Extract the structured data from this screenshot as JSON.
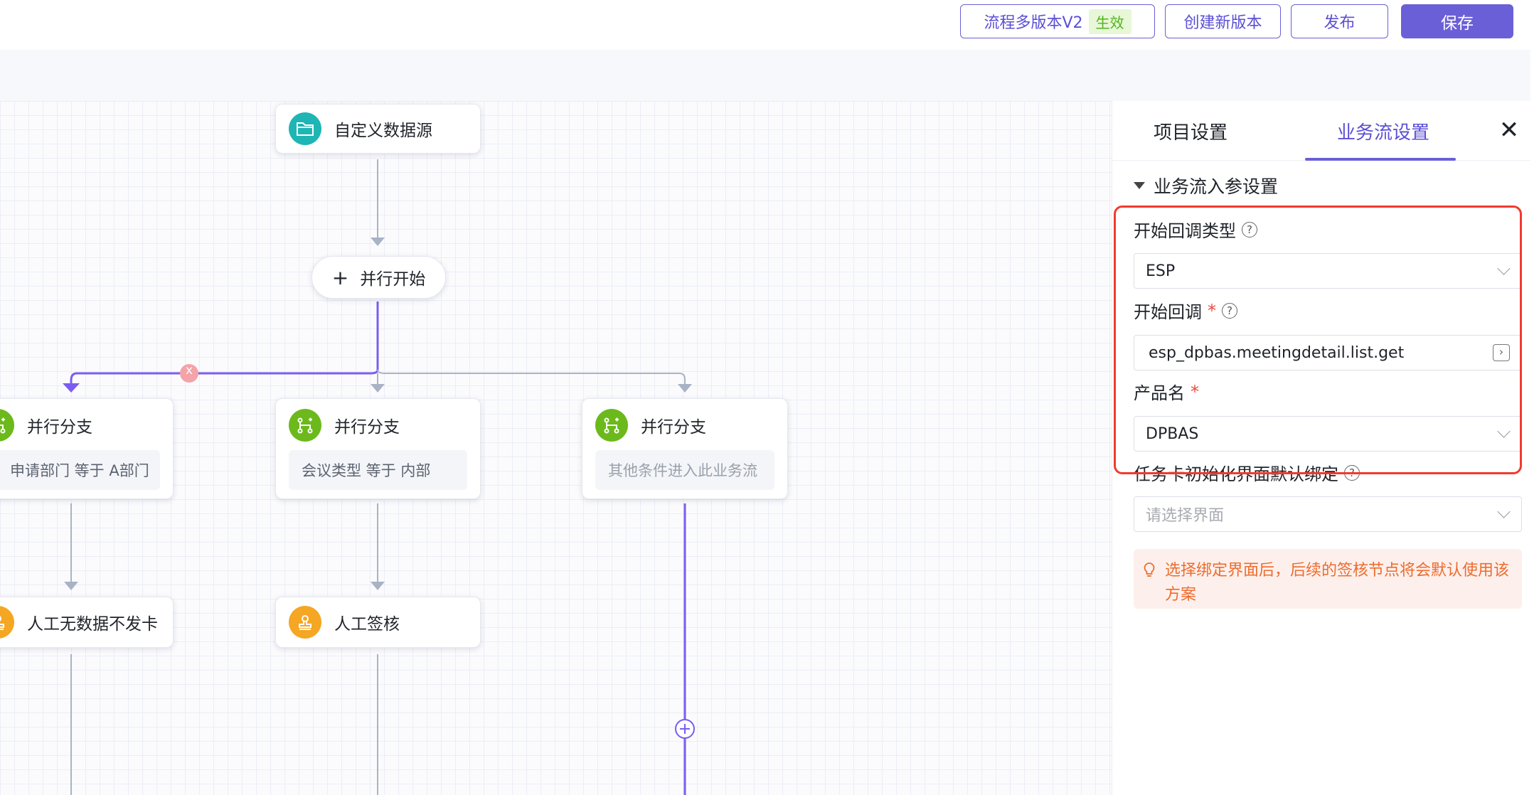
{
  "toolbar": {
    "version_label": "流程多版本V2",
    "version_status": "生效",
    "new_version_label": "创建新版本",
    "publish_label": "发布",
    "save_label": "保存"
  },
  "colors": {
    "accent": "#6a5fd6",
    "flow_active": "#7b5cf0",
    "flow_inactive": "#a9b3c6",
    "teal_icon": "#1fb5b5",
    "green_icon": "#6cb91c",
    "orange_icon": "#f5a623",
    "highlight_border": "#f23a2e"
  },
  "flow": {
    "source_node": {
      "title": "自定义数据源",
      "icon": "folder-icon"
    },
    "parallel_start": {
      "plus": "+",
      "label": "并行开始"
    },
    "branches": [
      {
        "title": "并行分支",
        "condition": "申请部门 等于 A部门",
        "icon": "branch-icon"
      },
      {
        "title": "并行分支",
        "condition": "会议类型 等于 内部",
        "icon": "branch-icon"
      },
      {
        "title": "并行分支",
        "condition": "其他条件进入此业务流",
        "icon": "branch-icon"
      }
    ],
    "tasks": [
      {
        "title": "人工无数据不发卡",
        "icon": "stamp-icon"
      },
      {
        "title": "人工签核",
        "icon": "stamp-icon"
      }
    ],
    "delete_marker": "x",
    "add_marker": "+"
  },
  "panel": {
    "tabs": [
      "项目设置",
      "业务流设置"
    ],
    "active_tab": "业务流设置",
    "close": "✕",
    "section_title": "业务流入参设置",
    "fields": {
      "callback_type_label": "开始回调类型",
      "callback_type_value": "ESP",
      "callback_label": "开始回调",
      "callback_value": "esp_dpbas.meetingdetail.list.get",
      "product_label": "产品名",
      "product_value": "DPBAS",
      "bind_label": "任务卡初始化界面默认绑定",
      "bind_placeholder": "请选择界面",
      "required_mark": "*",
      "help_mark": "?"
    },
    "tip": "选择绑定界面后，后续的签核节点将会默认使用该方案"
  }
}
